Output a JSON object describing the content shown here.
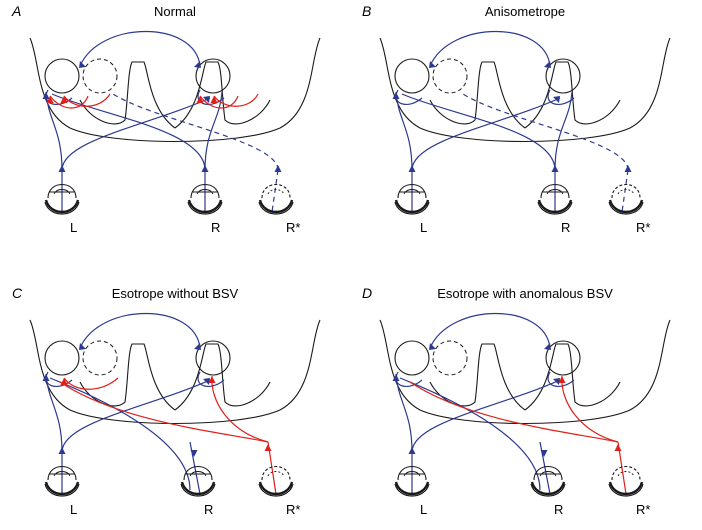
{
  "colors": {
    "blue": "#2b3990",
    "red": "#e0201b",
    "line": "#1a1a1a"
  },
  "panels": [
    {
      "letter": "A",
      "title": "Normal",
      "labels": [
        "L",
        "R",
        "R*"
      ]
    },
    {
      "letter": "B",
      "title": "Anisometrope",
      "labels": [
        "L",
        "R",
        "R*"
      ]
    },
    {
      "letter": "C",
      "title": "Esotrope without BSV",
      "labels": [
        "L",
        "R",
        "R*"
      ]
    },
    {
      "letter": "D",
      "title": "Esotrope with anomalous BSV",
      "labels": [
        "L",
        "R",
        "R*"
      ]
    }
  ]
}
